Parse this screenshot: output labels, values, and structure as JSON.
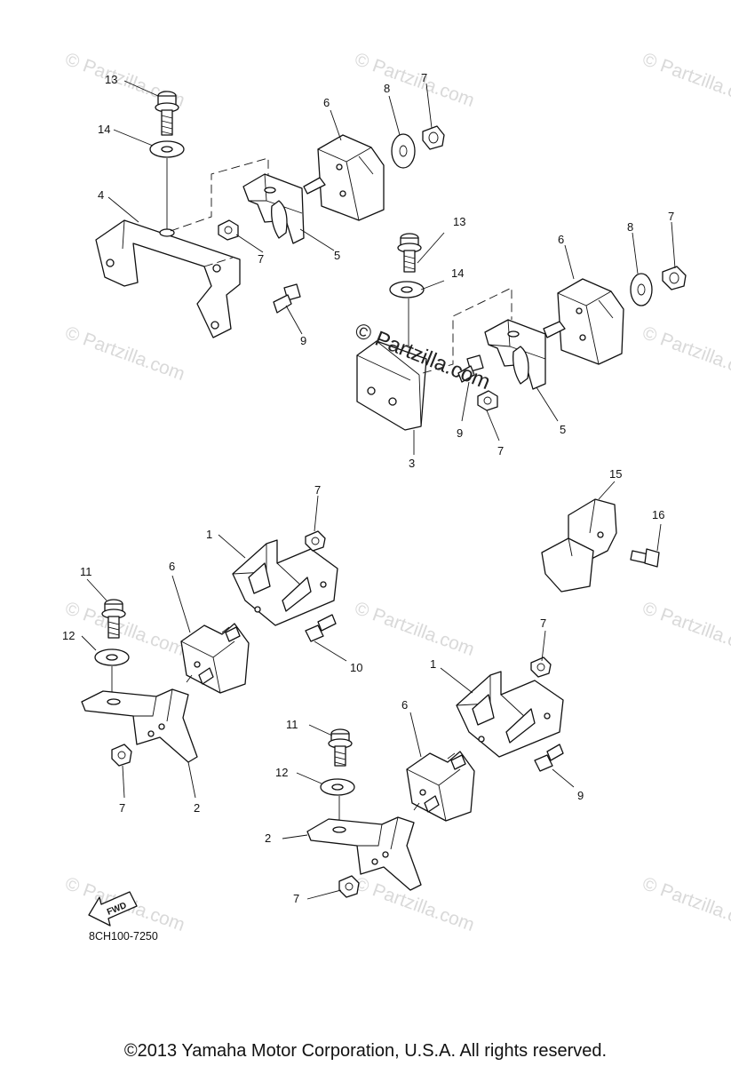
{
  "watermark": {
    "text": "© Partzilla.com",
    "center_text": "© Partzilla.com"
  },
  "callouts": {
    "c1a": "1",
    "c1b": "1",
    "c2a": "2",
    "c2b": "2",
    "c3": "3",
    "c4": "4",
    "c5a": "5",
    "c5b": "5",
    "c6a": "6",
    "c6b": "6",
    "c6c": "6",
    "c6d": "6",
    "c7a": "7",
    "c7b": "7",
    "c7c": "7",
    "c7d": "7",
    "c7e": "7",
    "c7f": "7",
    "c7g": "7",
    "c7h": "7",
    "c8a": "8",
    "c8b": "8",
    "c9a": "9",
    "c9b": "9",
    "c9c": "9",
    "c10": "10",
    "c11a": "11",
    "c11b": "11",
    "c12a": "12",
    "c12b": "12",
    "c13a": "13",
    "c13b": "13",
    "c14a": "14",
    "c14b": "14",
    "c15": "15",
    "c16": "16"
  },
  "fwd_label": "FWD",
  "diagram_code": "8CH100-7250",
  "copyright": "©2013  Yamaha Motor Corporation, U.S.A. All rights reserved."
}
